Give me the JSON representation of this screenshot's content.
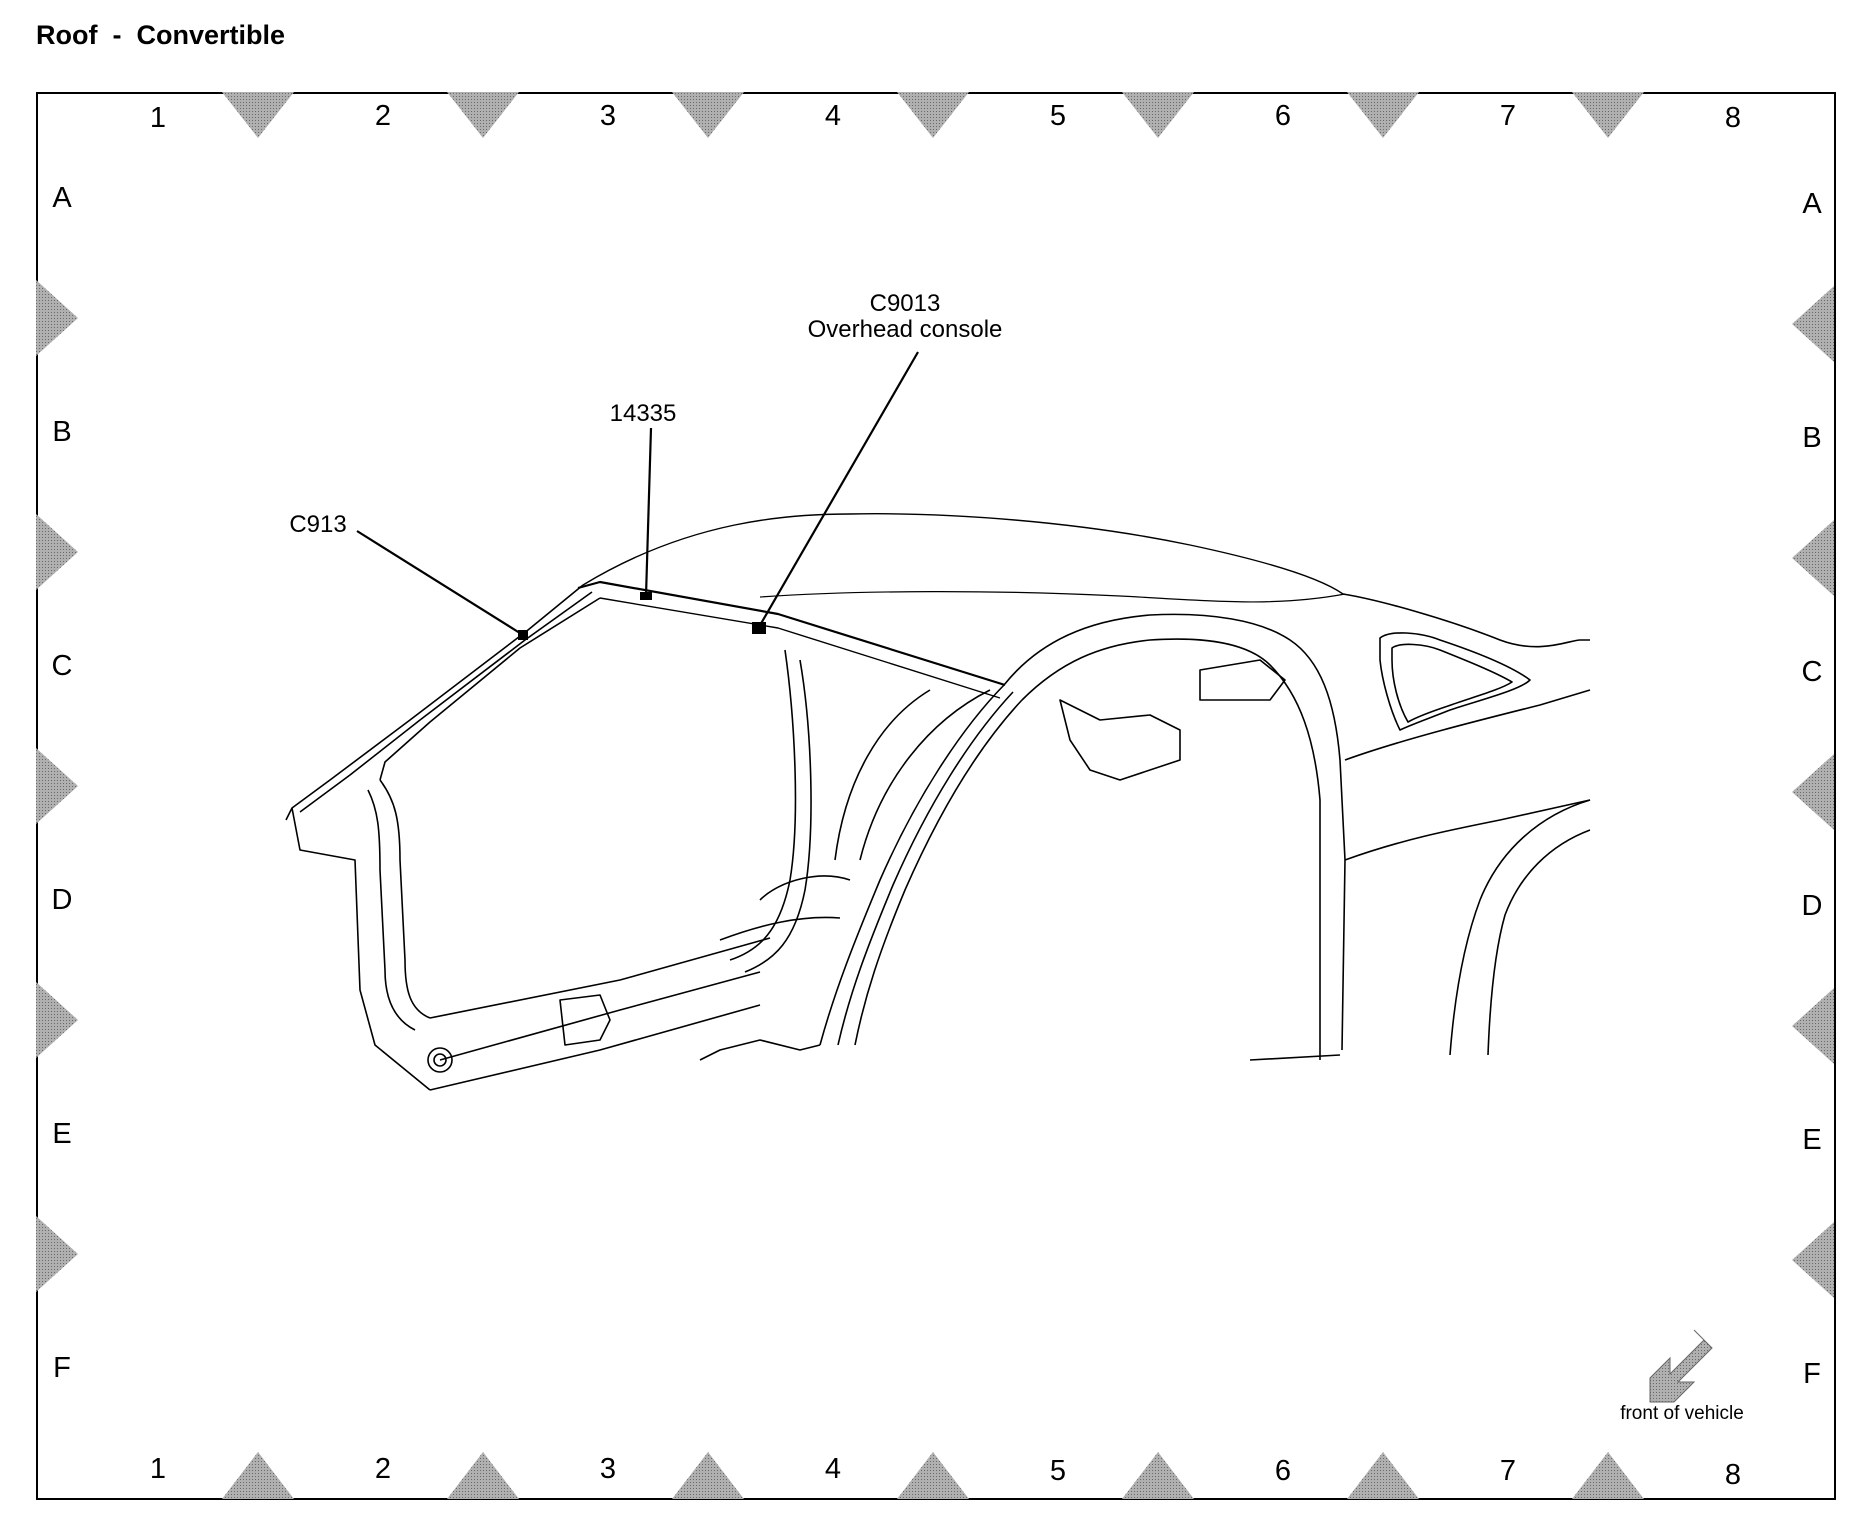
{
  "title": "Roof  -  Convertible",
  "grid": {
    "columns": [
      "1",
      "2",
      "3",
      "4",
      "5",
      "6",
      "7",
      "8"
    ],
    "rows": [
      "A",
      "B",
      "C",
      "D",
      "E",
      "F"
    ]
  },
  "callouts": {
    "c913": "C913",
    "wire_14335": "14335",
    "c9013_id": "C9013",
    "c9013_desc": "Overhead console"
  },
  "orientation": {
    "label": "front of vehicle",
    "icon": "front-arrow-icon"
  },
  "colors": {
    "marker": "#999999",
    "line": "#000000"
  }
}
